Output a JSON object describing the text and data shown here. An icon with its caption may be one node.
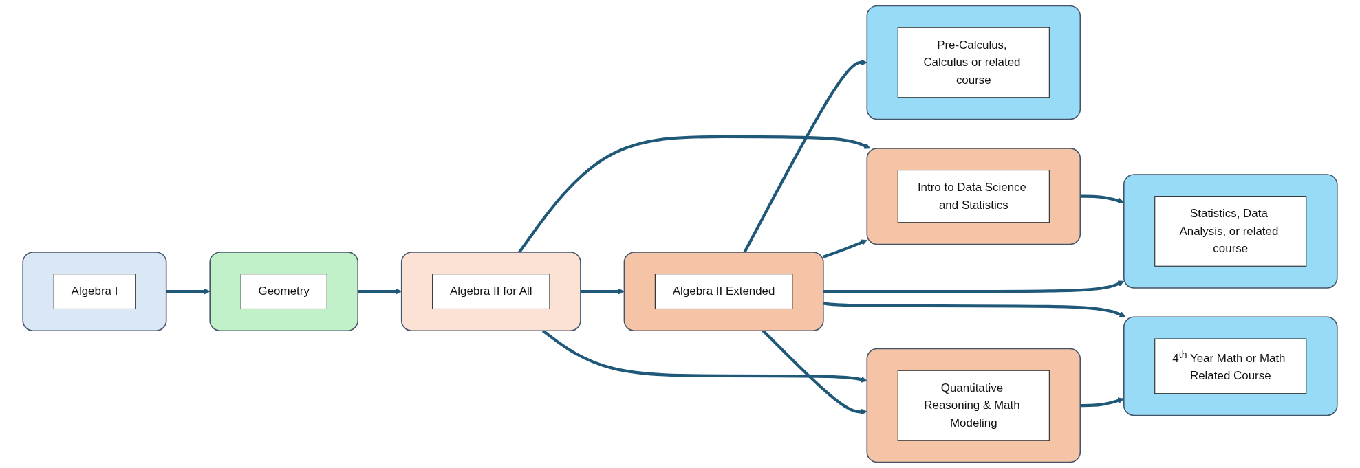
{
  "diagram": {
    "nodes": [
      {
        "text": [],
        "shape": "box"
      },
      {
        "text": [
          "Algebra I"
        ],
        "in": 0
      },
      {
        "text": [],
        "shape": "box"
      },
      {
        "text": [
          "Geometry"
        ],
        "in": 2
      },
      {
        "text": [],
        "shape": "box"
      },
      {
        "text": [
          "Algebra II for All"
        ],
        "in": 4
      },
      {
        "text": [],
        "shape": "box"
      },
      {
        "text": [
          "Intro to Data Science and Statistics"
        ],
        "in": 6
      },
      {
        "text": [],
        "shape": "box"
      },
      {
        "text": [
          "Algebra II Extended"
        ],
        "in": 8
      },
      {
        "text": [],
        "shape": "box"
      },
      {
        "text": [
          "Quantitative Reasoning & Math Modeling"
        ],
        "in": 10
      },
      {
        "text": [],
        "shape": "box"
      },
      {
        "text": [
          "Statistics, Data Analysis, or related course"
        ],
        "in": 12
      },
      {
        "text": [],
        "shape": "box"
      },
      {
        "text": [
          "Pre-Calculus, Calculus or related course"
        ],
        "in": 14
      },
      {
        "text": [],
        "shape": "box"
      },
      {
        "text": [
          "4$^{th}$ Year Math or Math Related Course"
        ],
        "in": 16
      }
    ],
    "edges": [
      {
        "from": 0,
        "to": 2,
        "arrow": "to"
      },
      {
        "from": 2,
        "to": 4,
        "arrow": "to"
      },
      {
        "from": 4,
        "to": 6,
        "arrow": "to"
      },
      {
        "from": 4,
        "to": 8,
        "arrow": "to"
      },
      {
        "from": 4,
        "to": 10,
        "arrow": "to"
      },
      {
        "from": 8,
        "to": 6,
        "arrow": "to"
      },
      {
        "from": 8,
        "to": 10,
        "arrow": "to"
      },
      {
        "from": 6,
        "to": 12,
        "arrow": "to"
      },
      {
        "from": 8,
        "to": 12,
        "arrow": "to"
      },
      {
        "from": 8,
        "to": 14,
        "arrow": "to"
      },
      {
        "from": 8,
        "to": 16,
        "arrow": "to"
      },
      {
        "from": 10,
        "to": 16,
        "arrow": "to"
      }
    ]
  }
}
